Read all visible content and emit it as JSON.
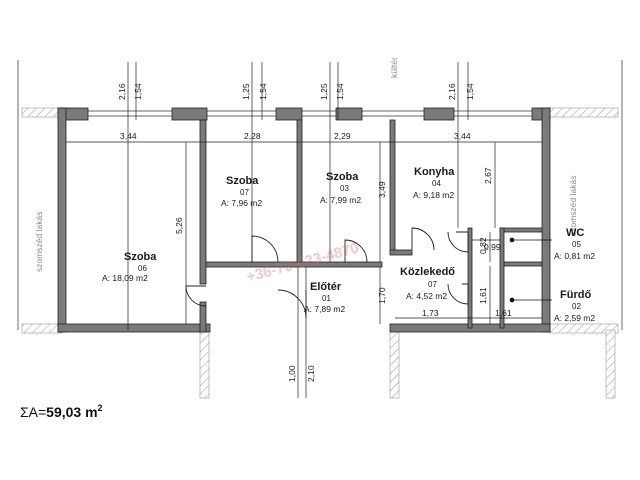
{
  "plan": {
    "labels": {
      "outside": "kültér",
      "neighbor_left": "szomszéd lakás",
      "neighbor_right": "szomszéd lakás",
      "watermark": "+36-70-623-4870"
    },
    "rooms": [
      {
        "name": "Szoba",
        "number": "06",
        "area": "A: 18,09 m2"
      },
      {
        "name": "Szoba",
        "number": "07",
        "area": "A: 7,96 m2"
      },
      {
        "name": "Szoba",
        "number": "03",
        "area": "A: 7,99 m2"
      },
      {
        "name": "Konyha",
        "number": "04",
        "area": "A: 9,18 m2"
      },
      {
        "name": "WC",
        "number": "05",
        "area": "A: 0,81 m2"
      },
      {
        "name": "Közlekedő",
        "number": "07",
        "area": "A: 4,52 m2"
      },
      {
        "name": "Előtér",
        "number": "01",
        "area": "A: 7,89 m2"
      },
      {
        "name": "Fürdő",
        "number": "02",
        "area": "A: 2,59 m2"
      }
    ],
    "dimensions": {
      "top_widths": [
        "3,44",
        "2,28",
        "2,29",
        "3,44"
      ],
      "window_pairs": [
        [
          "2,16",
          "1,54"
        ],
        [
          "1,25",
          "1,54"
        ],
        [
          "1,25",
          "1,54"
        ],
        [
          "2,16",
          "1,54"
        ]
      ],
      "room_depth_left": "5,26",
      "szoba03_depth": "3,49",
      "konyha_depth": "2,67",
      "eloter_depth": "1,70",
      "wc_width": "0,99",
      "wc_depth": "0,82",
      "furdo_depth": "1,61",
      "bottom_left": "1,73",
      "bottom_right": "1,61",
      "entrance_pair": [
        "1,00",
        "2,10"
      ]
    },
    "total": {
      "prefix": "ΣA=",
      "value": "59,03 m",
      "sup": "2"
    }
  }
}
